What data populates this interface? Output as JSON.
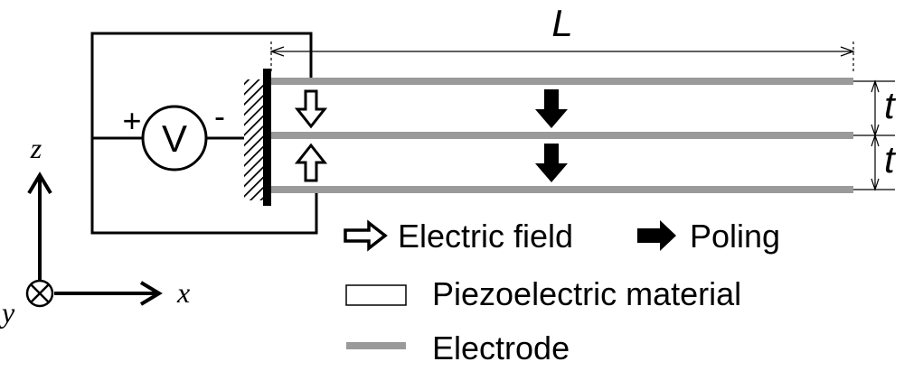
{
  "labels": {
    "length": "L",
    "thickness_top": "t",
    "thickness_bottom": "t",
    "plus": "+",
    "minus": "-",
    "voltage": "V"
  },
  "axes": {
    "z": "z",
    "x": "x",
    "y": "y"
  },
  "legend": {
    "electric_field": "Electric field",
    "poling": "Poling",
    "piezoelectric_material": "Piezoelectric material",
    "electrode": "Electrode"
  },
  "colors": {
    "line": "#000000",
    "electrode": "#9a9a9a",
    "background": "#ffffff"
  },
  "icons": {
    "electric_field": "hollow-arrow",
    "poling": "solid-arrow",
    "ground": "hatched-clamp",
    "y_axis": "circle-cross"
  }
}
